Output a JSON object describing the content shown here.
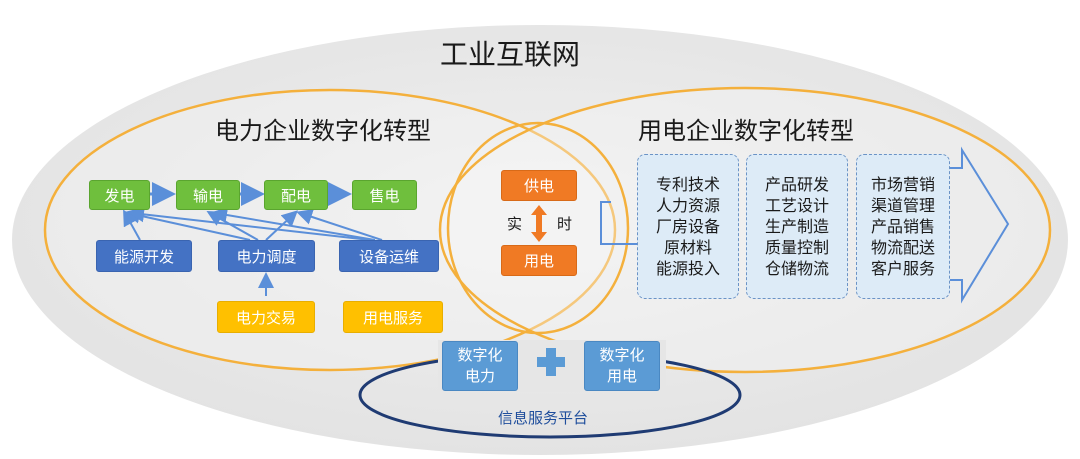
{
  "title": "工业互联网",
  "left_section": {
    "title": "电力企业数字化转型",
    "chain": [
      "发电",
      "输电",
      "配电",
      "售电"
    ],
    "support": [
      "能源开发",
      "电力调度",
      "设备运维"
    ],
    "bottom": [
      "电力交易",
      "用电服务"
    ]
  },
  "center": {
    "supply": "供电",
    "use": "用电",
    "realtime_left": "实",
    "realtime_right": "时"
  },
  "right_section": {
    "title": "用电企业数字化转型",
    "columns": [
      [
        "专利技术",
        "人力资源",
        "厂房设备",
        "原材料",
        "能源投入"
      ],
      [
        "产品研发",
        "工艺设计",
        "生产制造",
        "质量控制",
        "仓储物流"
      ],
      [
        "市场营销",
        "渠道管理",
        "产品销售",
        "物流配送",
        "客户服务"
      ]
    ]
  },
  "platform": {
    "box_left": [
      "数字化",
      "电力"
    ],
    "box_right": [
      "数字化",
      "用电"
    ],
    "plus": "+",
    "label": "信息服务平台"
  },
  "colors": {
    "green": "#6fbf3d",
    "blue": "#4472c4",
    "yellow": "#ffc000",
    "orange": "#f07a24",
    "steel_blue": "#5b9bd5",
    "light_blue": "#ddebf7",
    "outline_orange": "#f4b03c",
    "arrow_blue": "#5b8fd9",
    "ring_navy": "#1f3b73"
  }
}
